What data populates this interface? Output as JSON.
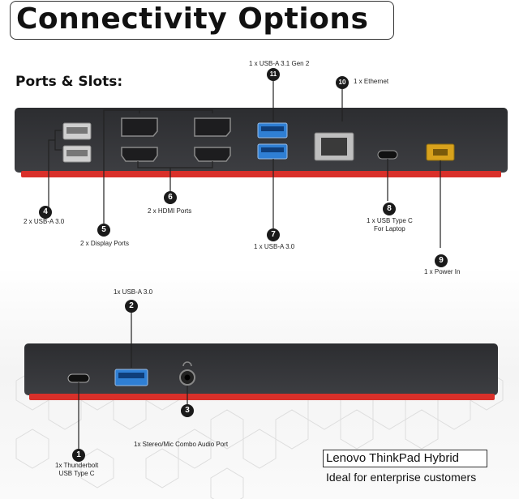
{
  "title": "Connectivity Options",
  "subtitle": "Ports & Slots:",
  "brand": "Lenovo ThinkPad Hybrid",
  "tagline": "Ideal for enterprise customers",
  "callouts": [
    {
      "num": "1",
      "label": "1x Thunderbolt",
      "label2": "USB Type C"
    },
    {
      "num": "2",
      "label": "1x USB-A 3.0"
    },
    {
      "num": "3",
      "label": "1x Stereo/Mic Combo Audio Port"
    },
    {
      "num": "4",
      "label": "2 x USB-A 3.0"
    },
    {
      "num": "5",
      "label": "2 x Display Ports"
    },
    {
      "num": "6",
      "label": "2 x HDMI Ports"
    },
    {
      "num": "7",
      "label": "1 x USB-A 3.0"
    },
    {
      "num": "8",
      "label": "1 x USB Type C",
      "label2": "For Laptop"
    },
    {
      "num": "9",
      "label": "1 x Power In"
    },
    {
      "num": "10",
      "label": "1 x Ethernet"
    },
    {
      "num": "11",
      "label": "1 x USB-A 3.1 Gen 2"
    }
  ],
  "colors": {
    "dock_body": "#3a3b3f",
    "dock_accent": "#d9302a",
    "usb3_blue": "#2f7fd4",
    "power_yellow": "#d8a21c",
    "badge": "#1a1a1a"
  },
  "icons": [
    "usb-port-icon",
    "displayport-icon",
    "hdmi-port-icon",
    "ethernet-port-icon",
    "usb-c-port-icon",
    "power-port-icon",
    "audio-jack-icon",
    "headphone-icon"
  ]
}
